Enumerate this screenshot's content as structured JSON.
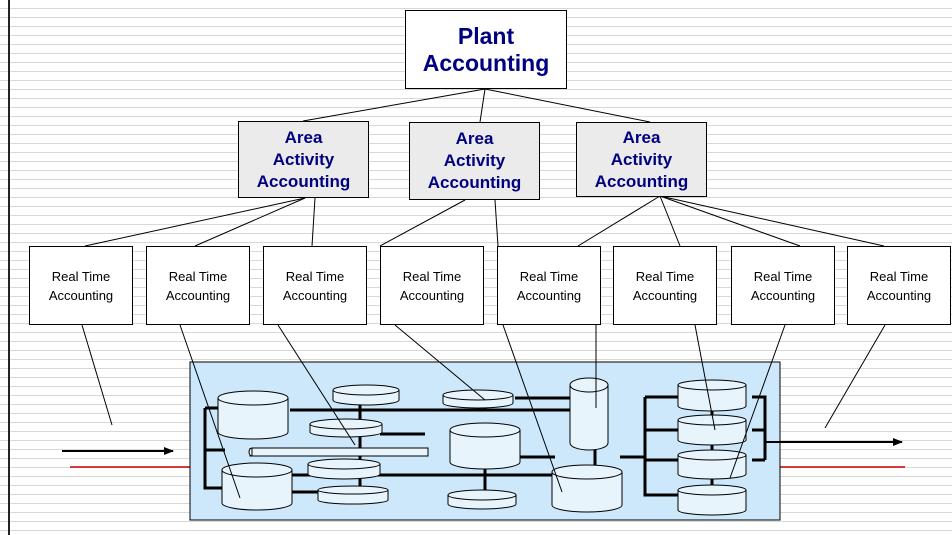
{
  "plant": {
    "title": "Plant\nAccounting"
  },
  "area_boxes": [
    {
      "label": "Area\nActivity\nAccounting"
    },
    {
      "label": "Area\nActivity\nAccounting"
    },
    {
      "label": "Area\nActivity\nAccounting"
    }
  ],
  "realtime_boxes": [
    {
      "label": "Real Time\nAccounting"
    },
    {
      "label": "Real Time\nAccounting"
    },
    {
      "label": "Real Time\nAccounting"
    },
    {
      "label": "Real Time\nAccounting"
    },
    {
      "label": "Real Time\nAccounting"
    },
    {
      "label": "Real Time\nAccounting"
    },
    {
      "label": "Real Time\nAccounting"
    },
    {
      "label": "Real Time\nAccounting"
    }
  ],
  "colors": {
    "title_text": "#000080",
    "area_fill": "#ebebeb",
    "process_fill": "#cce8fa",
    "tank_fill": "#e8f4fc",
    "baseline": "#cc0000"
  }
}
